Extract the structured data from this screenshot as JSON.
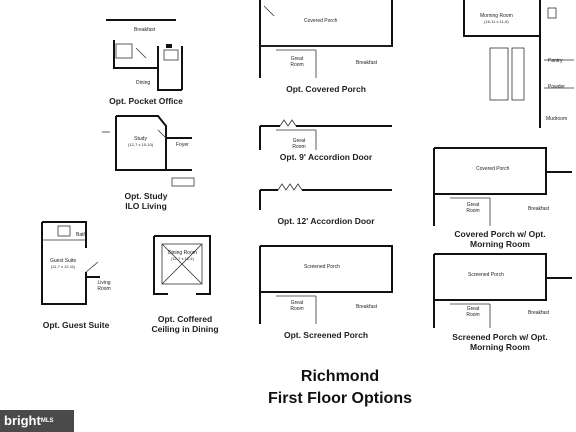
{
  "plans": {
    "pocket_office": {
      "caption": "Opt. Pocket Office",
      "rooms": {
        "breakfast": "Breakfast",
        "dining": "Dining"
      }
    },
    "study": {
      "caption_line1": "Opt. Study",
      "caption_line2": "ILO Living",
      "rooms": {
        "study": "Study",
        "study_dim": "(12-7 x 10-10)",
        "foyer": "Foyer"
      }
    },
    "guest_suite": {
      "caption": "Opt. Guest Suite",
      "rooms": {
        "bath": "Bath",
        "guest_suite": "Guest Suite",
        "guest_dim": "(11-7 x 12-11)",
        "living": "Living Room"
      }
    },
    "coffered": {
      "caption_line1": "Opt. Coffered",
      "caption_line2": "Ceiling in Dining",
      "rooms": {
        "dining": "Dining Room",
        "dining_dim": "(12-7 x 12-4)"
      }
    },
    "covered_porch": {
      "caption": "Opt. Covered Porch",
      "rooms": {
        "porch": "Covered Porch",
        "great": "Great Room",
        "breakfast": "Breakfast"
      }
    },
    "accordion_9": {
      "caption": "Opt. 9' Accordion Door",
      "rooms": {
        "great": "Great Room"
      }
    },
    "accordion_12": {
      "caption": "Opt. 12' Accordion Door"
    },
    "screened_porch": {
      "caption": "Opt. Screened Porch",
      "rooms": {
        "porch": "Screened Porch",
        "great": "Great Room",
        "breakfast": "Breakfast"
      }
    },
    "morning_room": {
      "rooms": {
        "morning": "Morning Room",
        "morning_dim": "(16-11 x 11-6)",
        "pantry": "Pantry",
        "powder": "Powder",
        "mudroom": "Mudroom"
      }
    },
    "covered_morning": {
      "caption_line1": "Covered Porch w/ Opt.",
      "caption_line2": "Morning Room",
      "rooms": {
        "porch": "Covered Porch",
        "great": "Great Room",
        "breakfast": "Breakfast"
      }
    },
    "screened_morning": {
      "caption_line1": "Screened Porch w/ Opt.",
      "caption_line2": "Morning Room",
      "rooms": {
        "porch": "Screened Porch",
        "great": "Great Room",
        "breakfast": "Breakfast"
      }
    }
  },
  "title": {
    "line1": "Richmond",
    "line2": "First Floor Options"
  },
  "watermark": {
    "text": "bright",
    "suffix": "MLS"
  }
}
